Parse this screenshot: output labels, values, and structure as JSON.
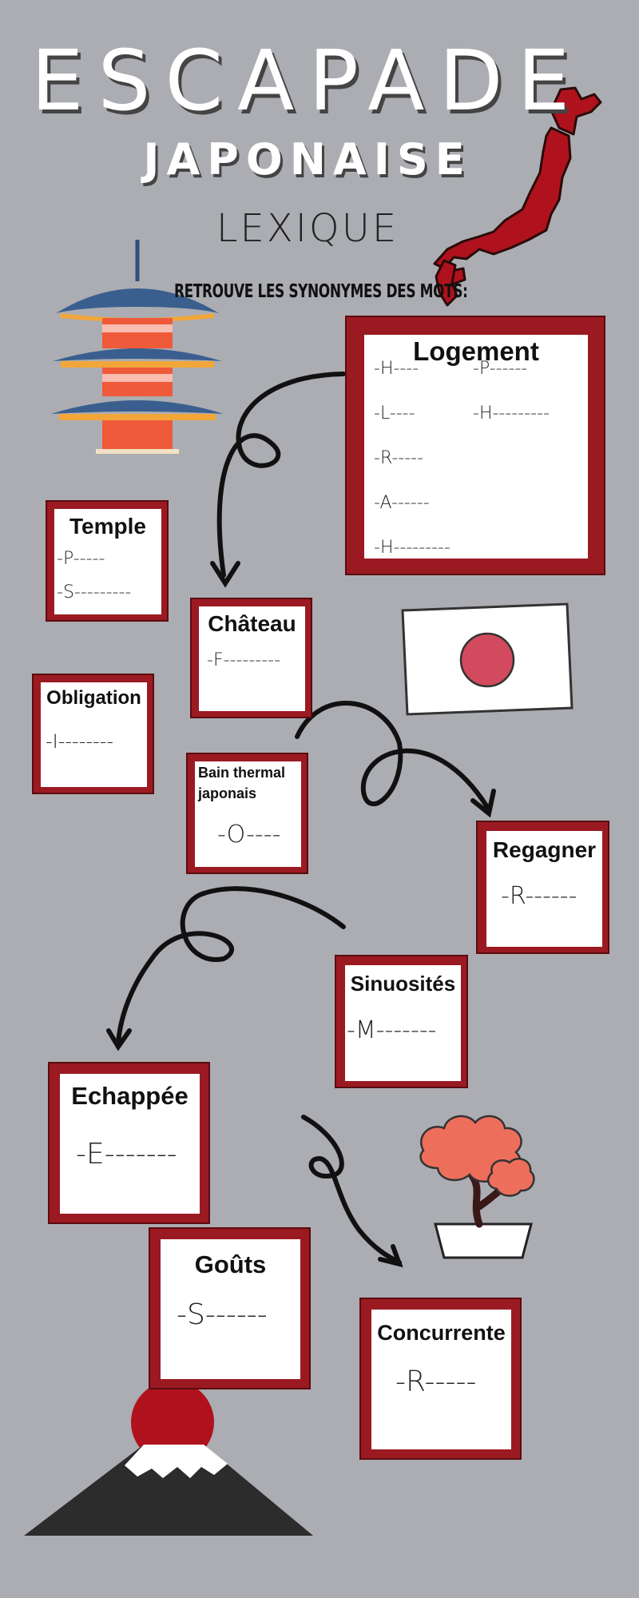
{
  "title": "ESCAPADE",
  "subtitle": "JAPONAISE",
  "section": "LEXIQUE",
  "instruction": "RETROUVE LES SYNONYMES DES MOTS:",
  "colors": {
    "background": "#abadb2",
    "card_frame": "#9b1a22",
    "japan_red": "#b0121d",
    "sun_red": "#d24a5e",
    "bonsai": "#ee6e5c"
  },
  "icons": [
    "japan-map",
    "pagoda",
    "japan-flag",
    "bonsai",
    "mount-fuji",
    "curly-arrow"
  ],
  "cards": {
    "logement": {
      "title": "Logement",
      "hints": [
        "-H----",
        "-P------",
        "-L----",
        "-H---------",
        "-R-----",
        "-A------",
        "-H---------"
      ]
    },
    "temple": {
      "title": "Temple",
      "hints": [
        "-P-----",
        "-S---------"
      ]
    },
    "chateau": {
      "title": "Château",
      "hints": [
        "-F---------"
      ]
    },
    "obligation": {
      "title": "Obligation",
      "hints": [
        "-I--------"
      ]
    },
    "bain": {
      "title": "Bain thermal japonais",
      "title_line1": "Bain thermal",
      "title_line2": "japonais",
      "hints": [
        "-O----"
      ]
    },
    "regagner": {
      "title": "Regagner",
      "hints": [
        "-R------"
      ]
    },
    "sinuosites": {
      "title": "Sinuosités",
      "hints": [
        "-M-------"
      ]
    },
    "echappee": {
      "title": "Echappée",
      "hints": [
        "-E-------"
      ]
    },
    "gouts": {
      "title": "Goûts",
      "hints": [
        "-S------"
      ]
    },
    "concurrente": {
      "title": "Concurrente",
      "hints": [
        "-R-----"
      ]
    }
  }
}
